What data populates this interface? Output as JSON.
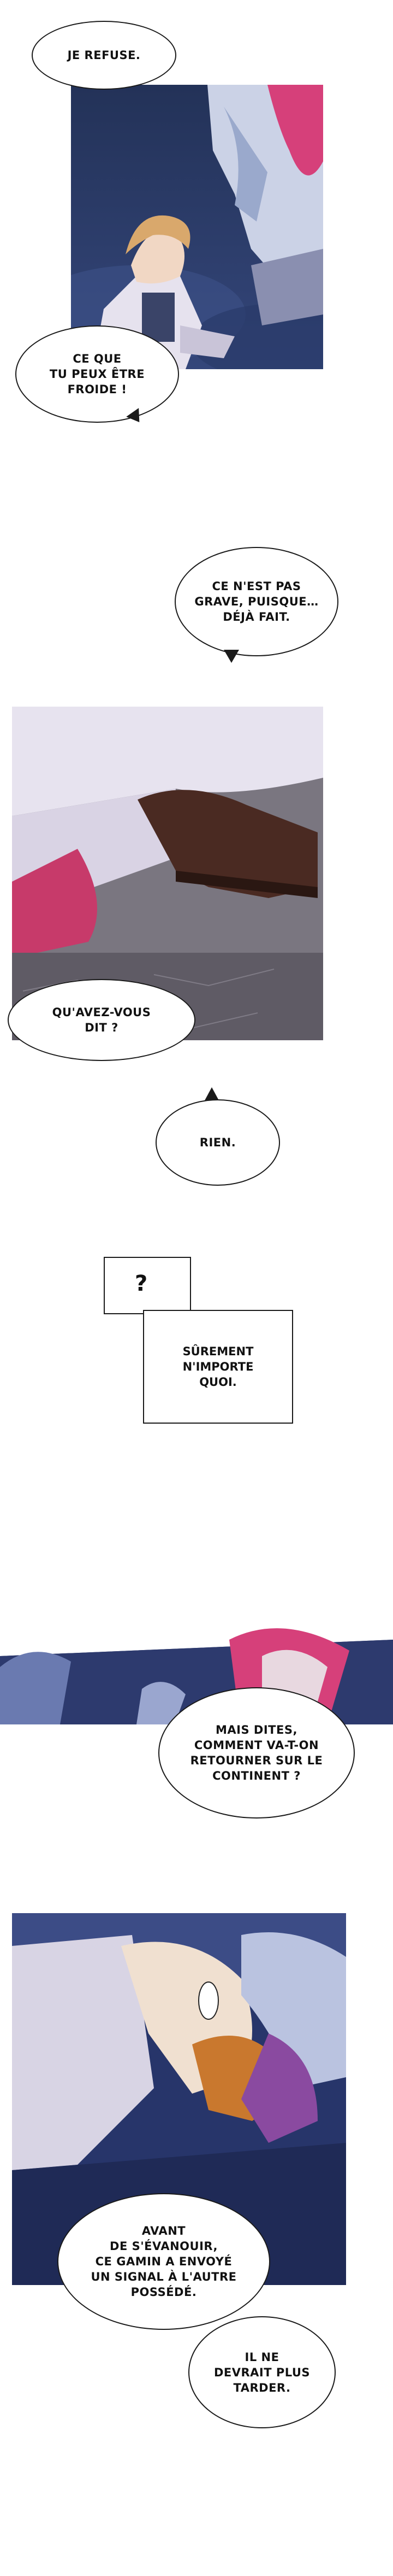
{
  "dialogue": {
    "b1": "JE REFUSE.",
    "b2": "CE QUE\nTU PEUX ÊTRE\nFROIDE !",
    "b3": "CE N'EST PAS\nGRAVE, PUISQUE…\nDÉJÀ FAIT.",
    "b4": "QU'AVEZ-VOUS\nDIT ?",
    "b5": "RIEN.",
    "b6_mark": "?",
    "b6": "SÛREMENT\nN'IMPORTE\nQUOI.",
    "b7": "MAIS DITES,\nCOMMENT VA-T-ON\nRETOURNER SUR LE\nCONTINENT ?",
    "b8": "AVANT\nDE S'ÉVANOUIR,\nCE GAMIN A ENVOYÉ\nUN SIGNAL À L'AUTRE\nPOSSÉDÉ.",
    "b9": "IL NE\nDEVRAIT PLUS\nTARDER."
  },
  "palette": {
    "night_blue": "#2b3a66",
    "pink_hair": "#d6407a",
    "blond_hair": "#d9a86c",
    "cloak_white": "#e6e2ee",
    "stone_grey": "#6e6a72",
    "boot_brown": "#4a2a22"
  }
}
